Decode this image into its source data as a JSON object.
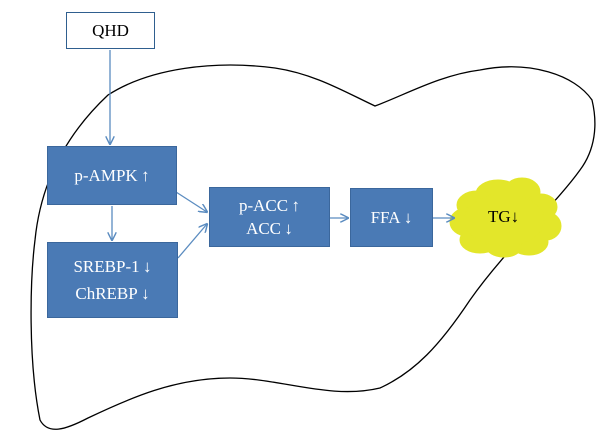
{
  "colors": {
    "box_fill": "#4a7ab5",
    "box_border": "#3b679c",
    "arrow": "#5b8cc0",
    "tg_fill": "#e3e62a",
    "outline": "#000000"
  },
  "nodes": {
    "qhd": "QHD",
    "p_ampk": "p-AMPK ↑",
    "srebp_line1": "SREBP-1 ↓",
    "srebp_line2": "ChREBP ↓",
    "acc_line1": "p-ACC ↑",
    "acc_line2": "ACC ↓",
    "ffa": "FFA ↓",
    "tg": "TG↓"
  }
}
